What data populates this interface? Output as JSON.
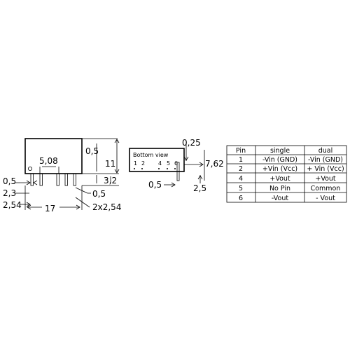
{
  "front_view": {
    "dims": {
      "pin_spacing": "5,08",
      "top_gap": "0,5",
      "height": "11",
      "bottom_offset": "3,2",
      "pin_width": "0,5",
      "lead_length": "2,3",
      "edge_offset": "2,54",
      "total_width": "17",
      "right_gap": "0,5",
      "right_spacing": "2x2,54"
    }
  },
  "bottom_view": {
    "label": "Bottom view",
    "pin_numbers": [
      "1",
      "2",
      "4",
      "5",
      "6"
    ],
    "dims": {
      "lead_thickness": "0,25",
      "depth": "7,62",
      "pin_width": "0,5",
      "lead_offset": "2,5"
    }
  },
  "pin_table": {
    "headers": [
      "Pin",
      "single",
      "dual"
    ],
    "rows": [
      [
        "1",
        "-Vin (GND)",
        "-Vin (GND)"
      ],
      [
        "2",
        "+Vin (Vcc)",
        "+ Vin (Vcc)"
      ],
      [
        "4",
        "+Vout",
        "+Vout"
      ],
      [
        "5",
        "No Pin",
        "Common"
      ],
      [
        "6",
        "-Vout",
        "- Vout"
      ]
    ]
  }
}
